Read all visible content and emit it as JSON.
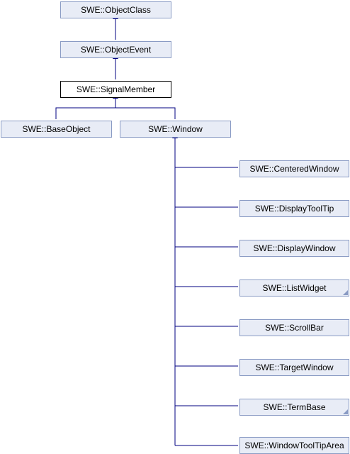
{
  "diagram": {
    "type": "class-inheritance-graph",
    "colors": {
      "edge": "#000080",
      "node_fill": "#e8ecf6",
      "node_border": "#8a9bc4",
      "current_border": "#000000"
    },
    "nodes": [
      {
        "id": "objectclass",
        "label": "SWE::ObjectClass"
      },
      {
        "id": "objectevent",
        "label": "SWE::ObjectEvent"
      },
      {
        "id": "signalmember",
        "label": "SWE::SignalMember",
        "current": true
      },
      {
        "id": "baseobject",
        "label": "SWE::BaseObject"
      },
      {
        "id": "window",
        "label": "SWE::Window"
      },
      {
        "id": "centeredwindow",
        "label": "SWE::CenteredWindow"
      },
      {
        "id": "displaytooltip",
        "label": "SWE::DisplayToolTip"
      },
      {
        "id": "displaywindow",
        "label": "SWE::DisplayWindow"
      },
      {
        "id": "listwidget",
        "label": "SWE::ListWidget",
        "has_more": true
      },
      {
        "id": "scrollbar",
        "label": "SWE::ScrollBar"
      },
      {
        "id": "targetwindow",
        "label": "SWE::TargetWindow"
      },
      {
        "id": "termbase",
        "label": "SWE::TermBase",
        "has_more": true
      },
      {
        "id": "windowtooltiparea",
        "label": "SWE::WindowToolTipArea"
      }
    ],
    "edges": [
      {
        "from": "objectevent",
        "to": "objectclass"
      },
      {
        "from": "signalmember",
        "to": "objectevent"
      },
      {
        "from": "baseobject",
        "to": "signalmember"
      },
      {
        "from": "window",
        "to": "signalmember"
      },
      {
        "from": "centeredwindow",
        "to": "window"
      },
      {
        "from": "displaytooltip",
        "to": "window"
      },
      {
        "from": "displaywindow",
        "to": "window"
      },
      {
        "from": "listwidget",
        "to": "window"
      },
      {
        "from": "scrollbar",
        "to": "window"
      },
      {
        "from": "targetwindow",
        "to": "window"
      },
      {
        "from": "termbase",
        "to": "window"
      },
      {
        "from": "windowtooltiparea",
        "to": "window"
      }
    ]
  }
}
